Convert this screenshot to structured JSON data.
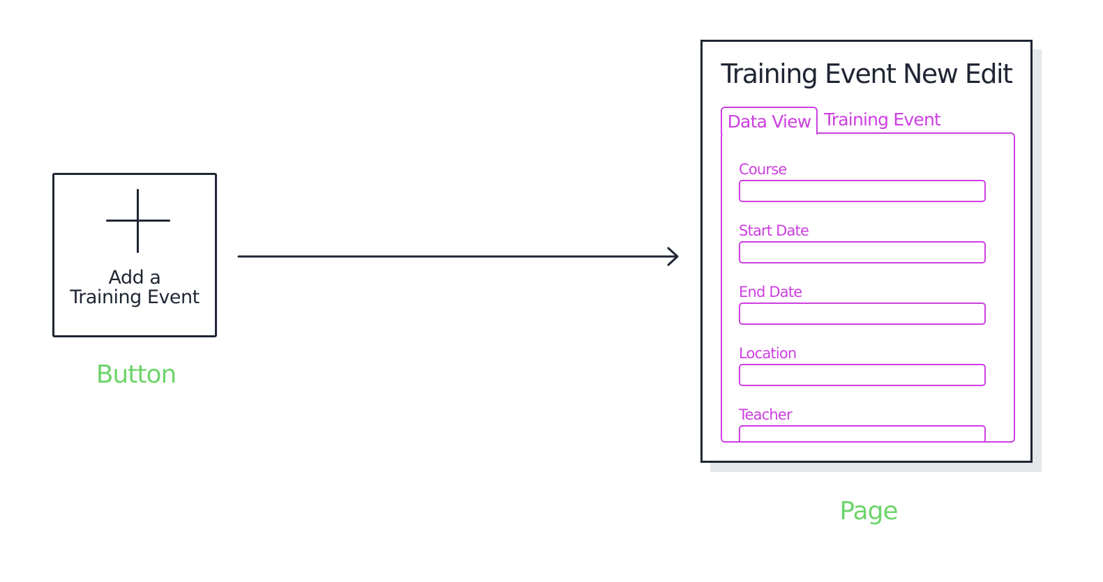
{
  "button": {
    "label_line1": "Add a",
    "label_line2": "Training Event",
    "icon": "plus-icon"
  },
  "captions": {
    "button": "Button",
    "page": "Page"
  },
  "page": {
    "title": "Training Event New Edit",
    "tabs": [
      {
        "label": "Data View",
        "active": true
      },
      {
        "label": "Training Event",
        "active": false
      }
    ],
    "fields": [
      {
        "label": "Course",
        "value": ""
      },
      {
        "label": "Start Date",
        "value": ""
      },
      {
        "label": "End Date",
        "value": ""
      },
      {
        "label": "Location",
        "value": ""
      },
      {
        "label": "Teacher",
        "value": ""
      }
    ]
  },
  "colors": {
    "ink": "#1f2533",
    "caption": "#6ed46b",
    "wireframe": "#cc3fe0",
    "shadow": "#e6e7ea"
  }
}
